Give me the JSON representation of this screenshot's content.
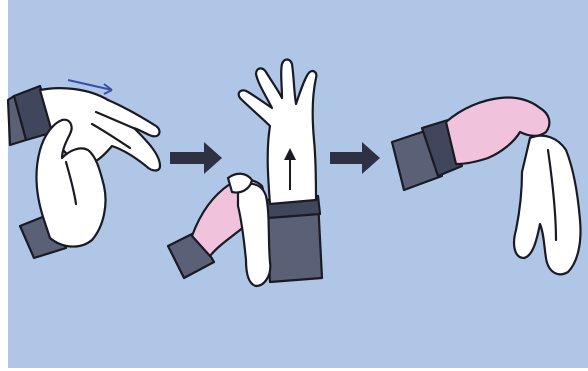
{
  "figure": {
    "background_color": "#afc6e6",
    "outline_color": "#1a1a24",
    "glove_color": "#ffffff",
    "skin_color": "#f0c2dc",
    "sleeve_color": "#5a6076",
    "cuff_color": "#40465c",
    "arrow_color": "#2e3143"
  },
  "steps": [
    {
      "id": "step-1",
      "description_icon": "pull-glove-off-by-cuff"
    },
    {
      "id": "step-2",
      "description_icon": "roll-second-glove-off"
    },
    {
      "id": "step-3",
      "description_icon": "hold-removed-gloves"
    }
  ],
  "connectors": [
    {
      "id": "arrow-1",
      "icon": "right-arrow-icon"
    },
    {
      "id": "arrow-2",
      "icon": "right-arrow-icon"
    }
  ]
}
